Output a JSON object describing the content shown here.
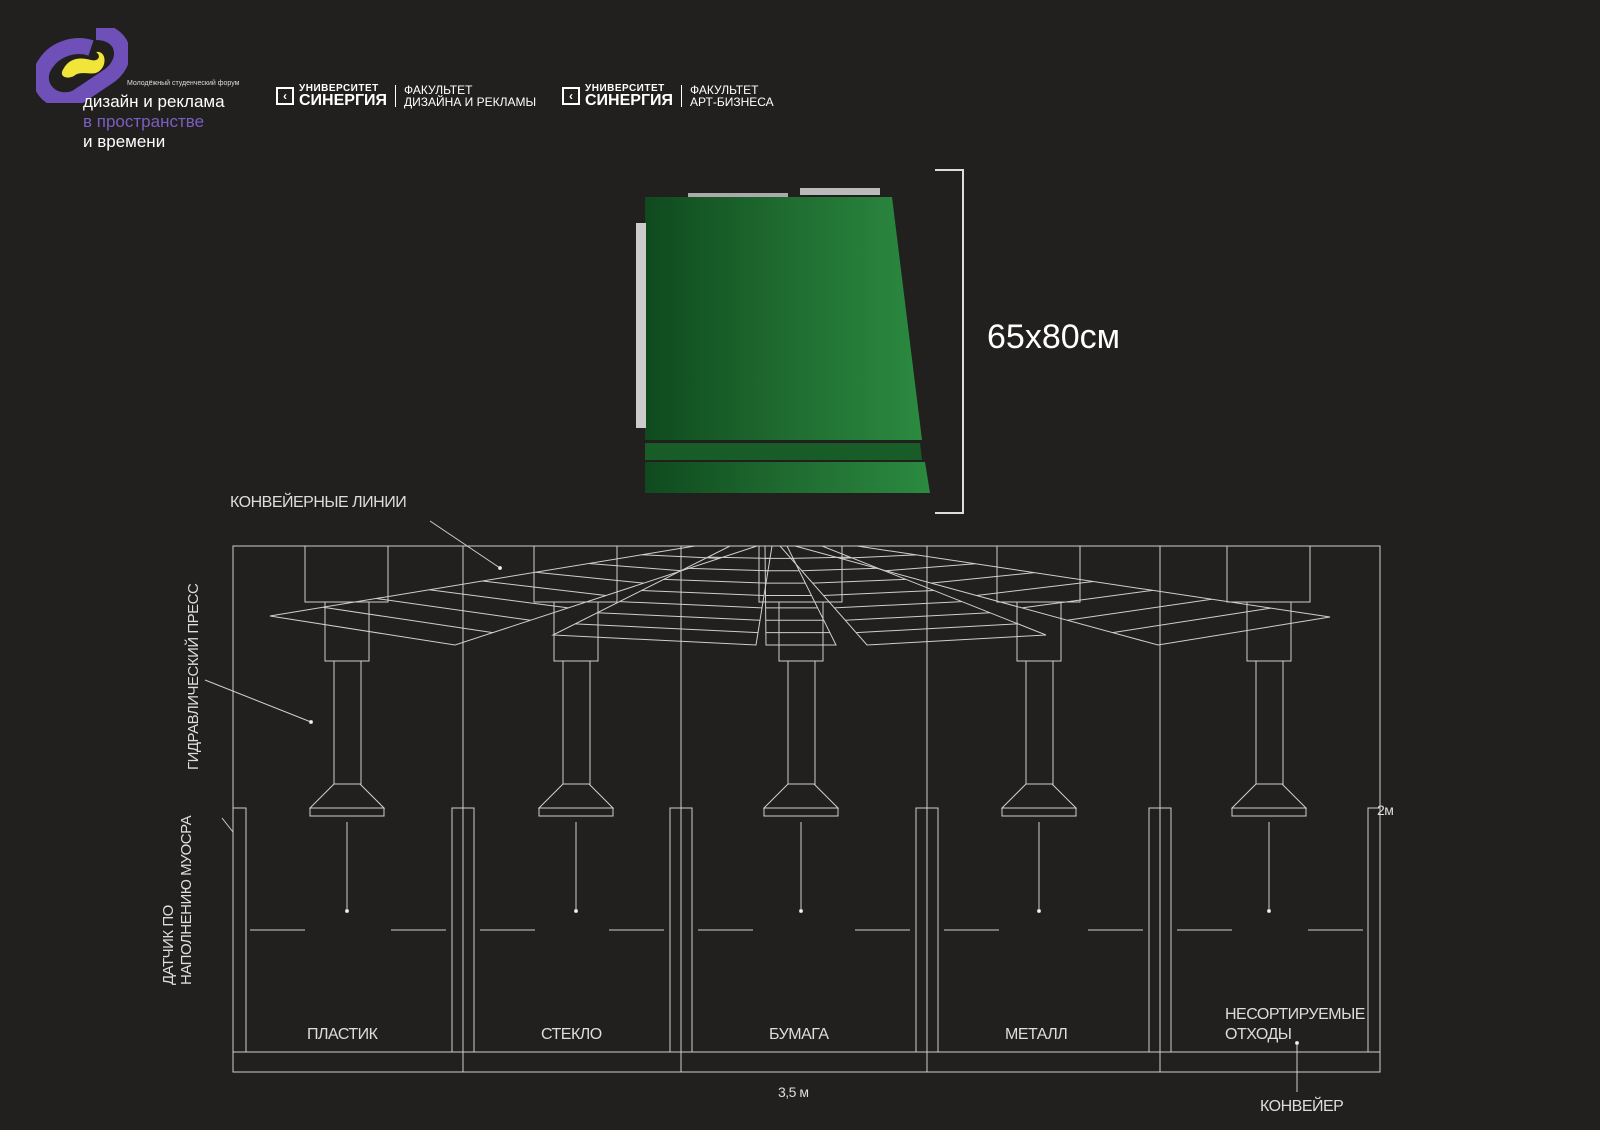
{
  "forum": {
    "tagline": "Молодёжный студенческий форум",
    "line1": "дизайн и реклама",
    "line2": "в пространстве",
    "line3": "и времени"
  },
  "partners": [
    {
      "uni_top": "УНИВЕРСИТЕТ",
      "uni_name": "СИНЕРГИЯ",
      "faculty1": "ФАКУЛЬТЕТ",
      "faculty2": "ДИЗАЙНА И РЕКЛАМЫ"
    },
    {
      "uni_top": "УНИВЕРСИТЕТ",
      "uni_name": "СИНЕРГИЯ",
      "faculty1": "ФАКУЛЬТЕТ",
      "faculty2": "АРТ-БИЗНЕСА"
    }
  ],
  "product": {
    "dimension": "65х80см",
    "color": "#1f6b30"
  },
  "labels": {
    "conveyor_lines": "КОНВЕЙЕРНЫЕ ЛИНИИ",
    "hydraulic_press": "ГИДРАВЛИЧЕСКИЙ ПРЕСС",
    "sensor1": "ДАТЧИК ПО",
    "sensor2": "НАПОЛНЕНИЮ МУОСРА",
    "height": "2м",
    "width": "3,5 м",
    "conveyor": "КОНВЕЙЕР"
  },
  "bins": [
    "ПЛАСТИК",
    "СТЕКЛО",
    "БУМАГА",
    "МЕТАЛЛ",
    "НЕСОРТИРУЕМЫЕ\nОТХОДЫ"
  ],
  "colors": {
    "purple": "#6f4fb8",
    "yellow": "#f2e53a",
    "line": "#cfcfcf"
  }
}
